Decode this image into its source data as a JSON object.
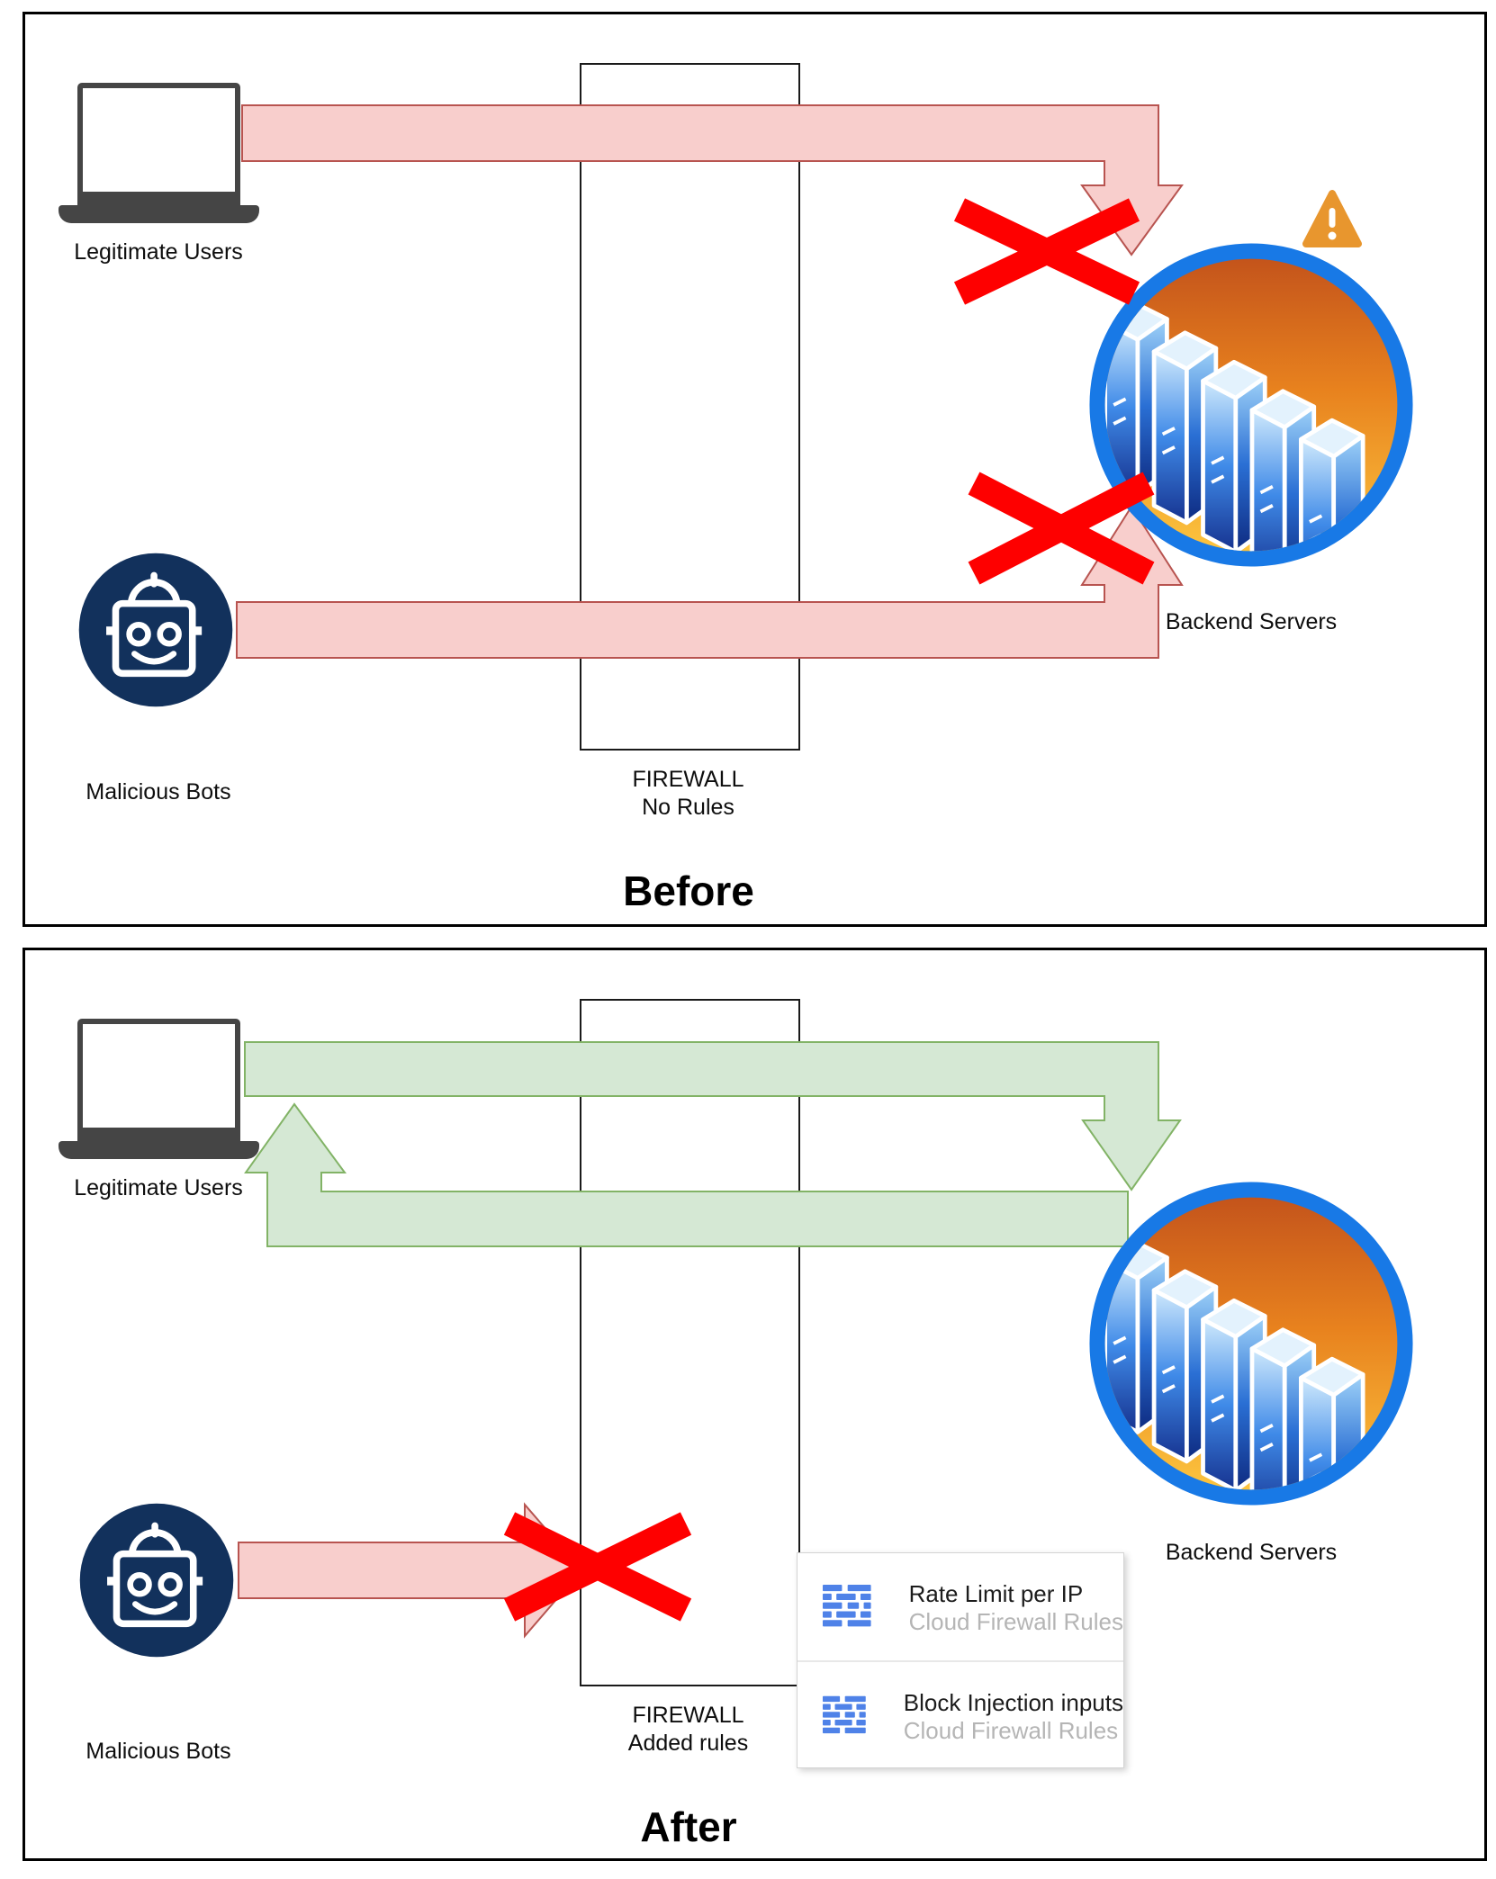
{
  "panels": {
    "before": {
      "title": "Before",
      "legit_label": "Legitimate Users",
      "bots_label": "Malicious Bots",
      "servers_label": "Backend Servers",
      "firewall_line1": "FIREWALL",
      "firewall_line2": "No Rules"
    },
    "after": {
      "title": "After",
      "legit_label": "Legitimate Users",
      "bots_label": "Malicious Bots",
      "servers_label": "Backend Servers",
      "firewall_line1": "FIREWALL",
      "firewall_line2": "Added rules",
      "rules": [
        {
          "title": "Rate Limit per IP",
          "subtitle": "Cloud Firewall Rules"
        },
        {
          "title": "Block Injection inputs",
          "subtitle": "Cloud Firewall Rules"
        }
      ]
    }
  },
  "colors": {
    "blocked_arrow_fill": "#f8cecc",
    "blocked_arrow_stroke": "#b85450",
    "allowed_arrow_fill": "#d5e8d4",
    "allowed_arrow_stroke": "#82b366",
    "x_mark_red": "#fe0000",
    "bot_circle_navy": "#12315c",
    "server_ring_blue": "#1879e6",
    "warning_orange": "#e8962e",
    "rule_icon_blue": "#4f82e8"
  }
}
